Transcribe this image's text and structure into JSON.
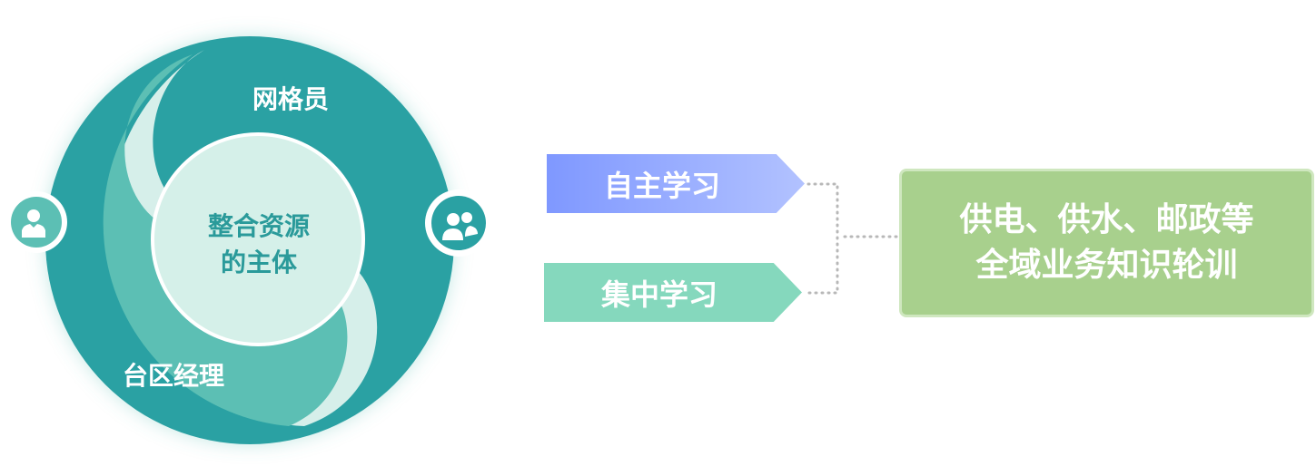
{
  "cycle": {
    "center_line1": "整合资源",
    "center_line2": "的主体",
    "top_label": "网格员",
    "bottom_label": "台区经理",
    "left_icon": "person-icon",
    "right_icon": "group-icon"
  },
  "methods": [
    {
      "label": "自主学习"
    },
    {
      "label": "集中学习"
    }
  ],
  "result": {
    "line1": "供电、供水、邮政等",
    "line2": "全域业务知识轮训"
  },
  "colors": {
    "dark_teal": "#2aa1a3",
    "light_teal": "#5cbfb4",
    "blue": "#7f98ff",
    "green": "#85d8bd",
    "result": "#a8d08d"
  }
}
